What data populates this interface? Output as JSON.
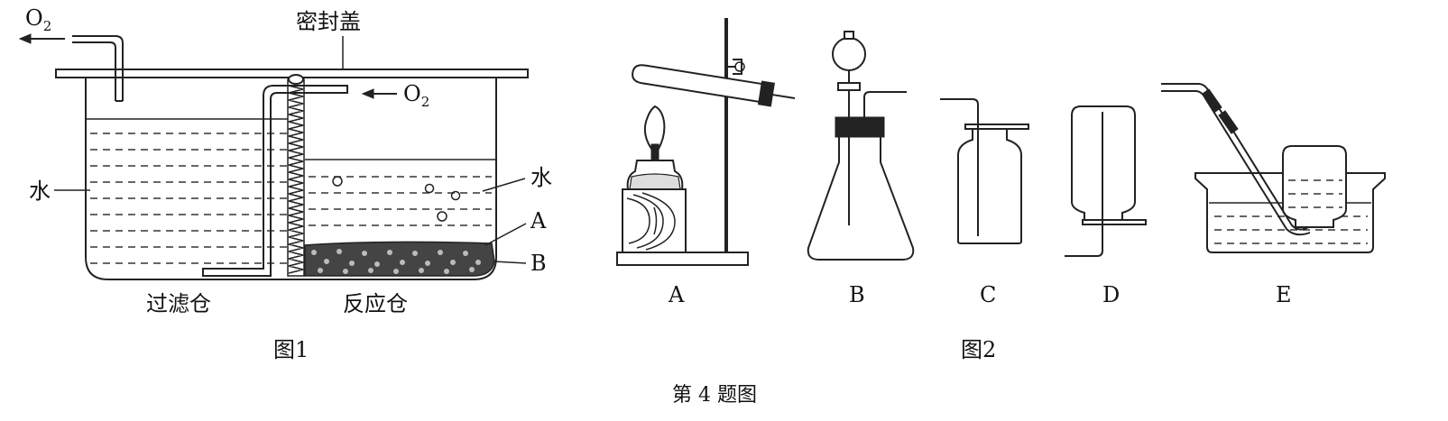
{
  "figure1": {
    "caption": "图1",
    "lid_label": "密封盖",
    "o2_out": "O",
    "o2_out_sub": "2",
    "o2_in": "O",
    "o2_in_sub": "2",
    "water_left": "水",
    "water_right": "水",
    "label_a": "A",
    "label_b": "B",
    "filter_chamber": "过滤仓",
    "reaction_chamber": "反应仓"
  },
  "figure2": {
    "caption": "图2",
    "apparatus_labels": [
      "A",
      "B",
      "C",
      "D",
      "E"
    ]
  },
  "figure_title": "第 4 题图"
}
